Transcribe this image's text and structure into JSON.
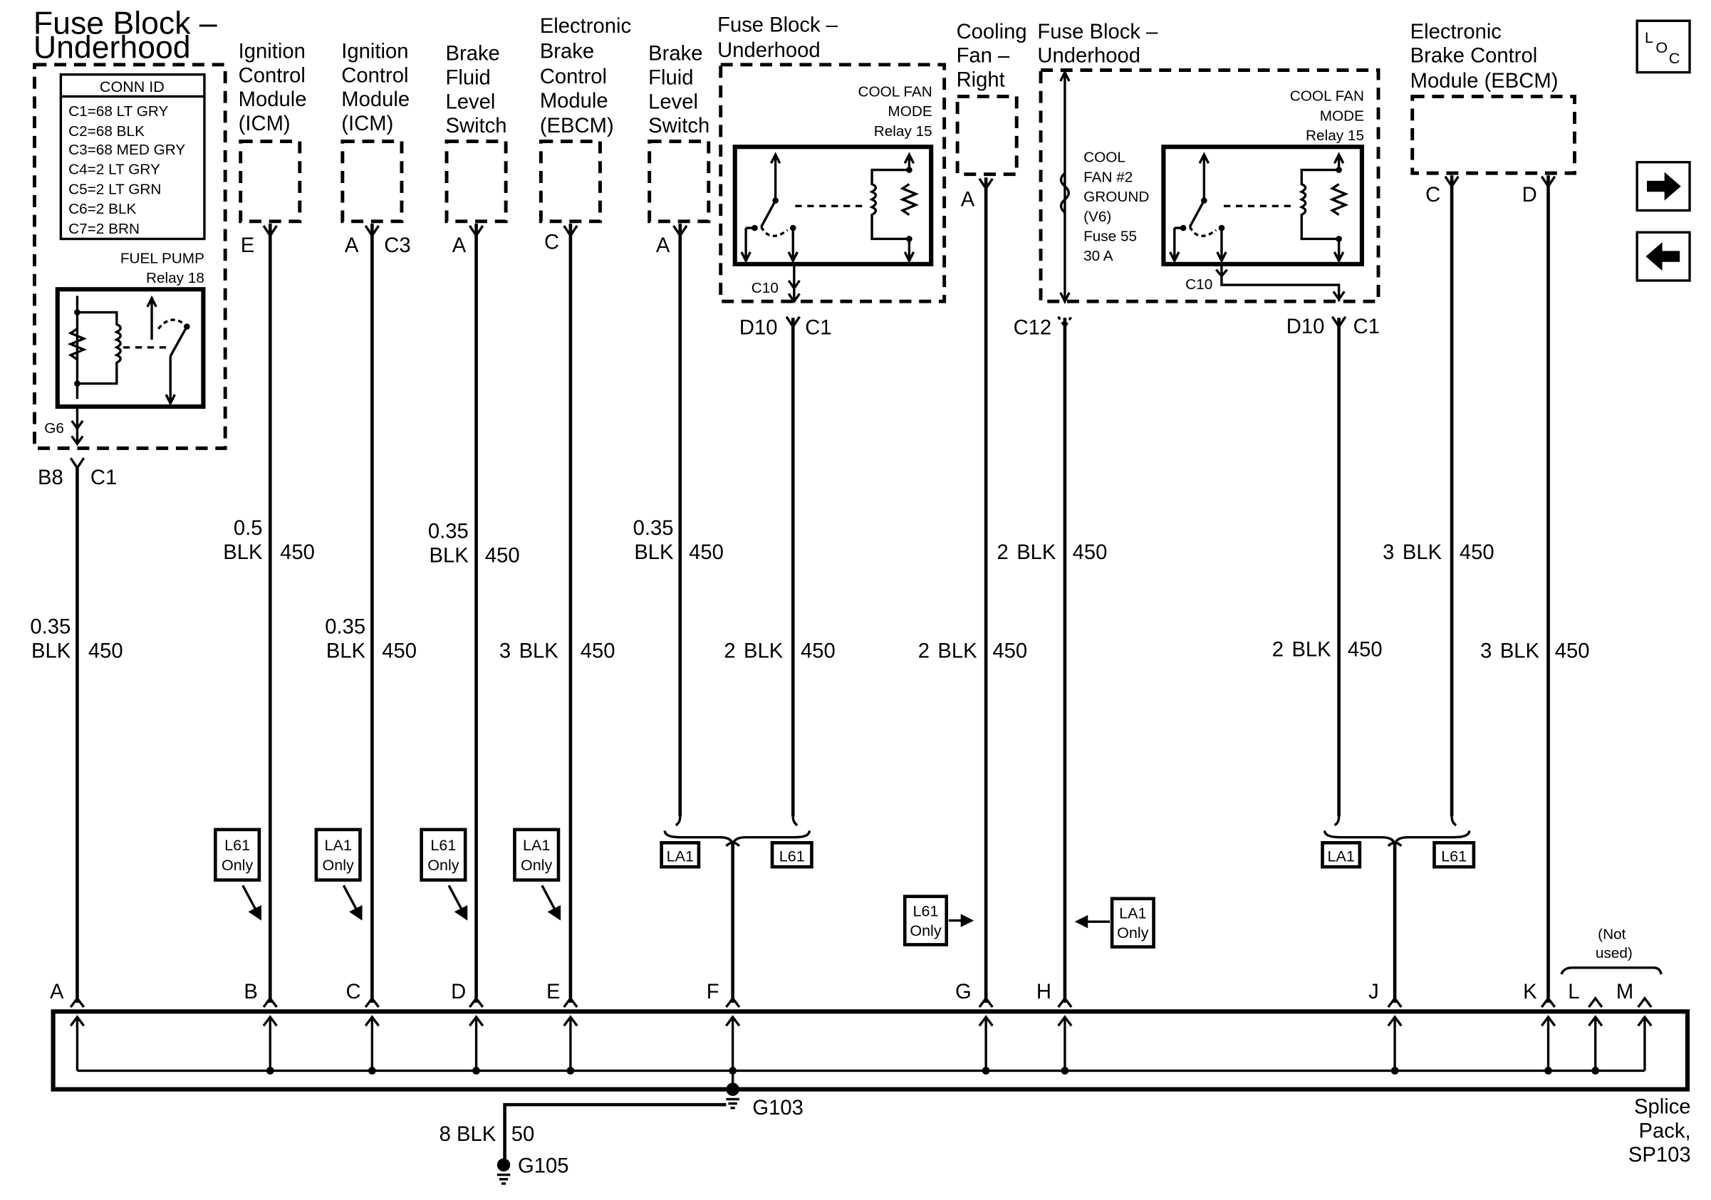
{
  "nav": {
    "loc_icon_label": "LOC",
    "next_icon": "arrow-right-icon",
    "prev_icon": "arrow-left-icon"
  },
  "components": [
    {
      "id": "fb1",
      "title": [
        "Fuse Block –",
        "Underhood"
      ]
    },
    {
      "id": "icm1",
      "title": [
        "Ignition",
        "Control",
        "Module",
        "(ICM)"
      ]
    },
    {
      "id": "icm2",
      "title": [
        "Ignition",
        "Control",
        "Module",
        "(ICM)"
      ]
    },
    {
      "id": "bfl1",
      "title": [
        "Brake",
        "Fluid",
        "Level",
        "Switch"
      ]
    },
    {
      "id": "ebcm1",
      "title": [
        "Electronic",
        "Brake",
        "Control",
        "Module",
        "(EBCM)"
      ]
    },
    {
      "id": "bfl2",
      "title": [
        "Brake",
        "Fluid",
        "Level",
        "Switch"
      ]
    },
    {
      "id": "fb2",
      "title": [
        "Fuse Block –",
        "Underhood"
      ]
    },
    {
      "id": "fan",
      "title": [
        "Cooling",
        "Fan –",
        "Right"
      ]
    },
    {
      "id": "fb3",
      "title": [
        "Fuse Block –",
        "Underhood"
      ]
    },
    {
      "id": "ebcm2",
      "title": [
        "Electronic",
        "Brake Control",
        "Module (EBCM)"
      ]
    }
  ],
  "conn_id": {
    "header": "CONN ID",
    "rows": [
      "C1=68 LT GRY",
      "C2=68 BLK",
      "C3=68 MED GRY",
      "C4=2 LT GRY",
      "C5=2 LT GRN",
      "C6=2 BLK",
      "C7=2 BRN"
    ]
  },
  "relays": [
    {
      "id": "fuel_pump",
      "lines": [
        "FUEL PUMP",
        "Relay 18"
      ]
    },
    {
      "id": "cool_fan_1",
      "lines": [
        "COOL FAN",
        "MODE",
        "Relay 15"
      ]
    },
    {
      "id": "cool_fan_2",
      "lines": [
        "COOL FAN",
        "MODE",
        "Relay 15"
      ]
    }
  ],
  "fuse_note": [
    "COOL",
    "FAN #2",
    "GROUND",
    "(V6)",
    "Fuse 55",
    "30 A"
  ],
  "inner_connectors": {
    "g6": "G6",
    "c10a": "C10",
    "c10b": "C10"
  },
  "pins": {
    "fb1_pin": "B8",
    "fb1_conn": "C1",
    "icm1_pin": "E",
    "icm2_pin": "A",
    "icm2_conn": "C3",
    "bfl1_pin": "A",
    "ebcm1_pin": "C",
    "bfl2_pin": "A",
    "fb2_pin": "D10",
    "fb2_conn": "C1",
    "fan_pin": "A",
    "fb3_c12": "C12",
    "fb3_pin": "D10",
    "fb3_conn": "C1",
    "ebcm2_pin_c": "C",
    "ebcm2_pin_d": "D"
  },
  "wires": [
    {
      "size": "0.35",
      "color": "BLK",
      "circuit": "450"
    },
    {
      "size": "0.5",
      "color": "BLK",
      "circuit": "450"
    },
    {
      "size": "0.35",
      "color": "BLK",
      "circuit": "450"
    },
    {
      "size": "0.35",
      "color": "BLK",
      "circuit": "450"
    },
    {
      "size": "3",
      "color": "BLK",
      "circuit": "450"
    },
    {
      "size": "0.35",
      "color": "BLK",
      "circuit": "450"
    },
    {
      "size": "2",
      "color": "BLK",
      "circuit": "450"
    },
    {
      "size": "2",
      "color": "BLK",
      "circuit": "450"
    },
    {
      "size": "2",
      "color": "BLK",
      "circuit": "450"
    },
    {
      "size": "3",
      "color": "BLK",
      "circuit": "450"
    },
    {
      "size": "2",
      "color": "BLK",
      "circuit": "450"
    },
    {
      "size": "3",
      "color": "BLK",
      "circuit": "450"
    }
  ],
  "option_tags": {
    "l61_only": [
      "L61",
      "Only"
    ],
    "la1_only": [
      "LA1",
      "Only"
    ],
    "la1": "LA1",
    "l61": "L61"
  },
  "splice_pins": [
    "A",
    "B",
    "C",
    "D",
    "E",
    "F",
    "G",
    "H",
    "J",
    "K",
    "L",
    "M"
  ],
  "not_used": [
    "(Not",
    "used)"
  ],
  "ground_wire": {
    "size_color": "8 BLK",
    "circuit": "50"
  },
  "grounds": {
    "g103": "G103",
    "g105": "G105"
  },
  "splice_pack": [
    "Splice",
    "Pack,",
    "SP103"
  ]
}
